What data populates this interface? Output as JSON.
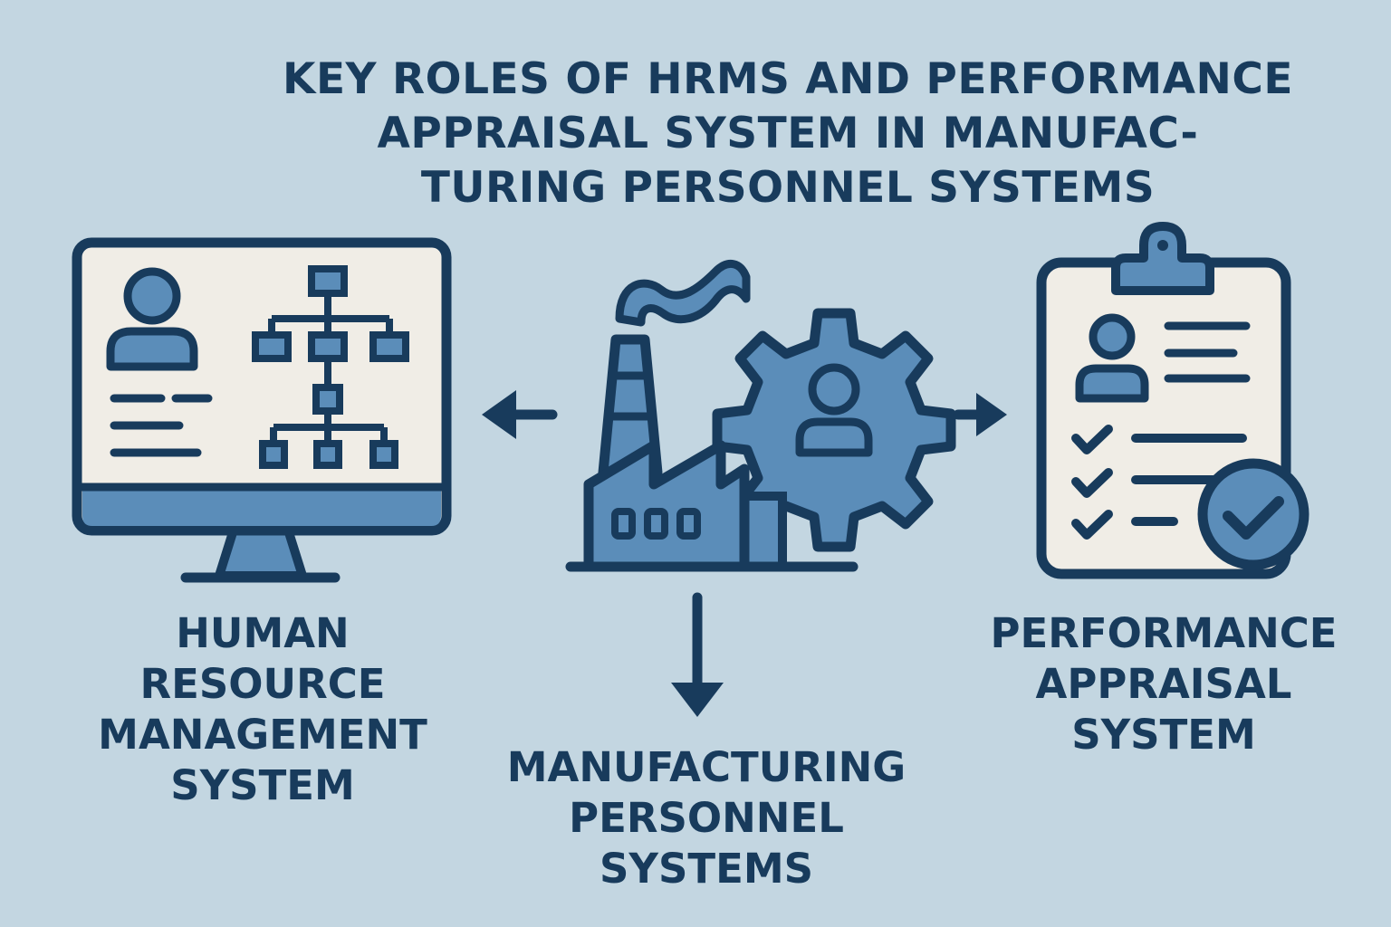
{
  "title": {
    "line1": "KEY ROLES OF HRMS AND PERFORMANCE",
    "line2": "APPRAISAL SYSTEM IN MANUFAC-",
    "line3": "TURING PERSONNEL SYSTEMS"
  },
  "nodes": {
    "hrms": {
      "lines": [
        "HUMAN",
        "RESOURCE",
        "MANAGEMENT",
        "SYSTEM"
      ],
      "icon": "computer-monitor-org-chart-icon"
    },
    "manufacturing": {
      "lines": [
        "MANUFACTURING",
        "PERSONNEL",
        "SYSTEMS"
      ],
      "icon": "factory-gear-person-icon"
    },
    "appraisal": {
      "lines": [
        "PERFORMANCE",
        "APPRAISAL",
        "SYSTEM"
      ],
      "icon": "clipboard-checklist-icon"
    }
  },
  "colors": {
    "background": "#c3d6e1",
    "navy": "#183b5c",
    "blue": "#5b8db9",
    "screen": "#f0ede6"
  }
}
